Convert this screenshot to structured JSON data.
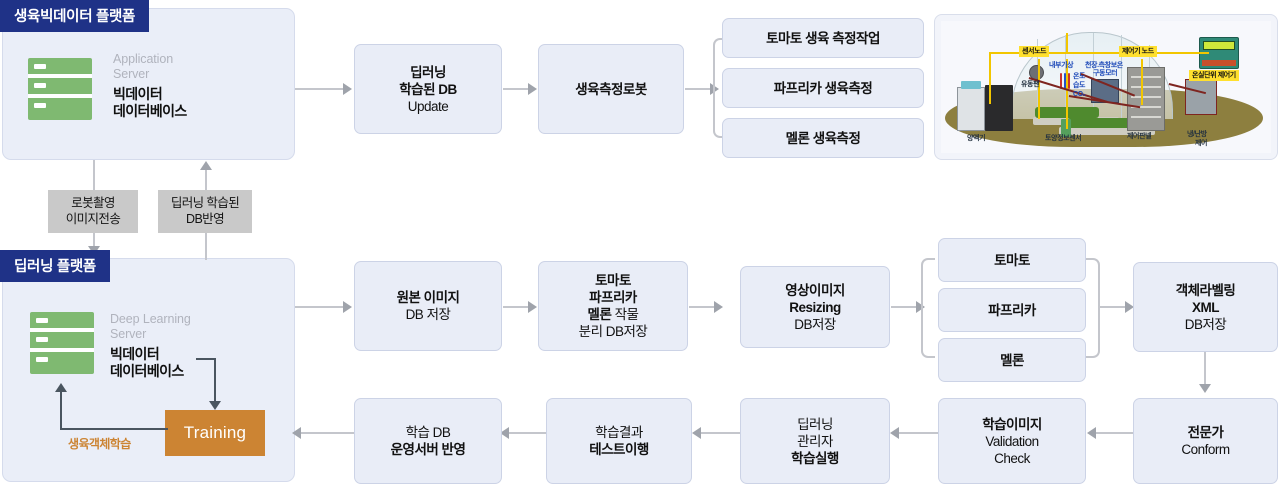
{
  "platforms": {
    "growth": {
      "tag": "생육빅데이터 플랫폼",
      "server_sub": "Application\nServer",
      "server_sub_l1": "Application",
      "server_sub_l2": "Server",
      "server_main_l1": "빅데이터",
      "server_main_l2": "데이터베이스"
    },
    "deeplearning": {
      "tag": "딥러닝 플랫폼",
      "server_sub_l1": "Deep Learning",
      "server_sub_l2": "Server",
      "server_main_l1": "빅데이터",
      "server_main_l2": "데이터베이스",
      "training_label": "Training",
      "training_flow_label": "생육객체학습"
    }
  },
  "flow_labels": {
    "robot_capture": {
      "line1": "로봇촬영",
      "line2": "이미지전송"
    },
    "db_reflect": {
      "line1": "딥러닝 학습된",
      "line2": "DB반영"
    }
  },
  "top_flow": {
    "db_update": {
      "line1": "딥러닝",
      "line2": "학습된 DB",
      "line3": "Update"
    },
    "robot": {
      "line1": "생육측정로봇"
    },
    "branches": [
      {
        "label": "토마토 생육 측정작업"
      },
      {
        "label": "파프리카 생육측정"
      },
      {
        "label": "멜론 생육측정"
      }
    ]
  },
  "mid_flow": {
    "original_image": {
      "line1": "원본 이미지",
      "line2": "DB 저장"
    },
    "crop_split": {
      "line1": "토마토",
      "line2": "파프리카",
      "line3a": "멜론",
      "line3b": " 작물",
      "line4": "분리 DB저장"
    },
    "resizing": {
      "line1": "영상이미지",
      "line2": "Resizing",
      "line3": "DB저장"
    },
    "crops": [
      {
        "label": "토마토"
      },
      {
        "label": "파프리카"
      },
      {
        "label": "멜론"
      }
    ],
    "labeling": {
      "line1": "객체라벨링",
      "line2": "XML",
      "line3": "DB저장"
    }
  },
  "bottom_flow": {
    "expert": {
      "line1": "전문가",
      "line2": "Conform"
    },
    "validation": {
      "line1": "학습이미지",
      "line2": "Validation",
      "line3": "Check"
    },
    "train_exec": {
      "line1": "딥러닝",
      "line2": "관리자",
      "line3": "학습실행"
    },
    "test": {
      "line1": "학습결과",
      "line2": "테스트이행"
    },
    "apply": {
      "line1": "학습 DB",
      "line2": "운영서버 반영"
    }
  },
  "greenhouse": {
    "tags": {
      "sensor_node": "센서노드",
      "controller_node": "제어기 노드",
      "house_controller": "온실단위 제어기"
    },
    "labels": {
      "inner_weather": "내부기상",
      "roof_side_insulation_l1": "천장.측창보온",
      "roof_side_insulation_l2": "구동모터",
      "temp": "온도",
      "humid": "습도",
      "co2": "CO₂",
      "circulation_fan": "유동팬",
      "nutrient": "양액기",
      "soil_sensor": "토양정보센서",
      "control_panel": "제어판넬",
      "hvac_l1": "냉/난방",
      "hvac_l2": "제어"
    }
  },
  "colors": {
    "tag_navy": "#1f3287",
    "panel_blue": "#eaeef8",
    "box_blue": "#e9edf7",
    "server_green": "#7fb971",
    "training_orange": "#cc8433",
    "flow_label_grey": "#c9c9c9",
    "connector_grey": "#c4c6cc",
    "greenhouse_yellow": "#ffe02e"
  }
}
